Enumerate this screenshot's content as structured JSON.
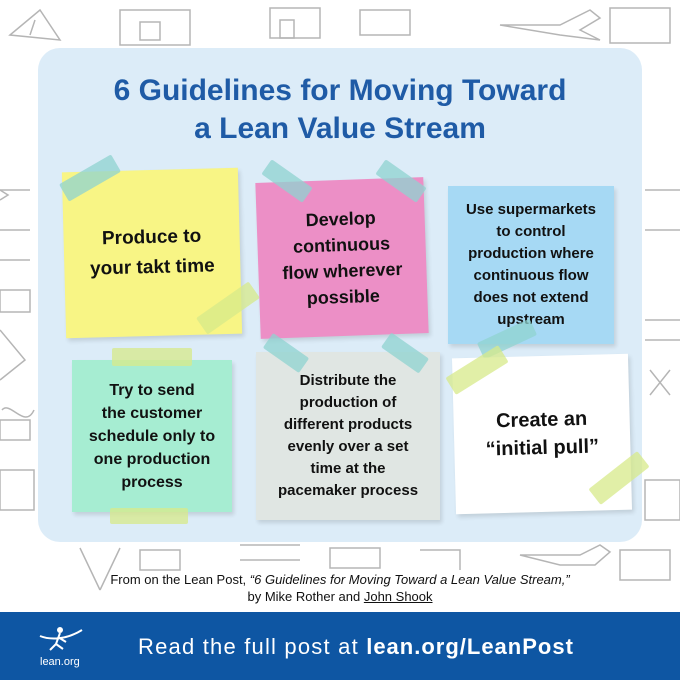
{
  "title": {
    "line1": "6 Guidelines for Moving Toward",
    "line2": "a Lean Value Stream"
  },
  "notes": [
    {
      "lines": [
        "Produce to",
        "your takt time"
      ],
      "color": "#f8f585"
    },
    {
      "lines": [
        "Develop",
        "continuous",
        "flow wherever",
        "possible"
      ],
      "color": "#ec8fc6"
    },
    {
      "lines": [
        "Use supermarkets",
        "to control",
        "production where",
        "continuous flow",
        "does not extend",
        "upstream"
      ],
      "color": "#a6d9f4"
    },
    {
      "lines": [
        "Try to send",
        "the customer",
        "schedule only to",
        "one production",
        "process"
      ],
      "color": "#a6edd2"
    },
    {
      "lines": [
        "Distribute the",
        "production of",
        "different products",
        "evenly over a set",
        "time at the",
        "pacemaker process"
      ],
      "color": "#e0e6e3"
    },
    {
      "lines": [
        "Create an",
        "“initial pull”"
      ],
      "color": "#ffffff"
    }
  ],
  "caption": {
    "prefix": "From on the Lean Post,",
    "article": "“6 Guidelines for Moving Toward a Lean Value Stream,”",
    "by": "by Mike Rother and",
    "author_link": "John Shook"
  },
  "footer": {
    "text": "Read the full post at",
    "link": "lean.org/LeanPost",
    "logo_text": "lean.org",
    "color": "#0e56a3"
  },
  "colors": {
    "title": "#1f5ba6",
    "panel": "#dcecf8",
    "tape_teal": "#8fd3d0",
    "tape_lime": "#d7ea8a"
  }
}
